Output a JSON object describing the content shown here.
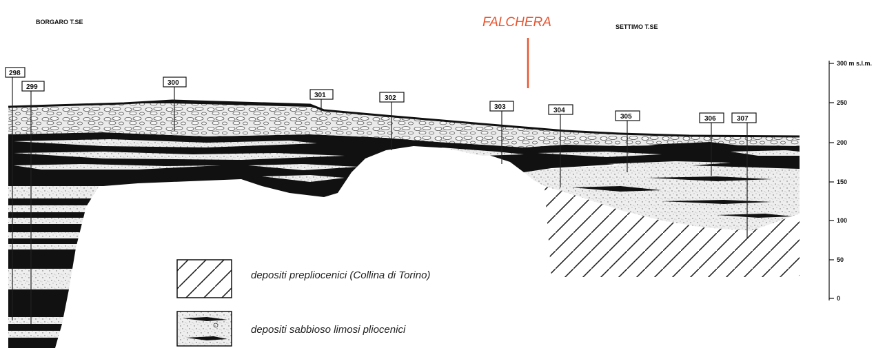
{
  "locations": {
    "left": "BORGARO T.SE",
    "center": "FALCHERA",
    "right": "SETTIMO T.SE"
  },
  "wells": [
    {
      "label": "298"
    },
    {
      "label": "299"
    },
    {
      "label": "300"
    },
    {
      "label": "301"
    },
    {
      "label": "302"
    },
    {
      "label": "303"
    },
    {
      "label": "304"
    },
    {
      "label": "305"
    },
    {
      "label": "306"
    },
    {
      "label": "307"
    }
  ],
  "scale": {
    "top_label": "300 m s.l.m.",
    "ticks": [
      "250",
      "200",
      "150",
      "100",
      "50",
      "0"
    ]
  },
  "legend": {
    "items": [
      {
        "label": "depositi prepliocenici (Collina di Torino)",
        "pattern": "hatch"
      },
      {
        "label": "depositi sabbioso limosi pliocenici",
        "pattern": "stipple"
      }
    ]
  },
  "colors": {
    "falchera": "#e8542f",
    "ink": "#111111"
  }
}
